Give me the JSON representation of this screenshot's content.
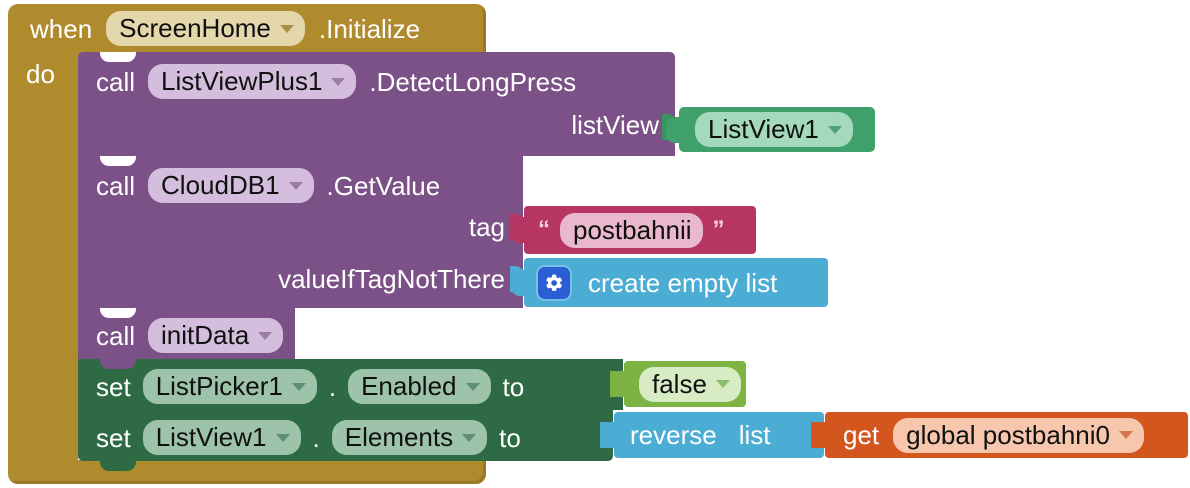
{
  "app": {
    "name": "MIT App Inventor Blocks Editor",
    "view": "blocks-canvas"
  },
  "colors": {
    "event_gold": "#b08b2e",
    "procedure_purple": "#7b5187",
    "component_set_green": "#2e6b45",
    "component_get_green": "#3fa06b",
    "logic_green": "#7cb342",
    "text_crimson": "#b63562",
    "list_blue": "#4bacd4",
    "variable_orange": "#d4561f",
    "gear_blue": "#2a5fd4"
  },
  "event_block": {
    "keyword_when": "when",
    "component": "ScreenHome",
    "event": ".Initialize",
    "keyword_do": "do"
  },
  "statements": [
    {
      "type": "method-call",
      "keyword": "call",
      "component": "ListViewPlus1",
      "method": ".DetectLongPress",
      "params": [
        {
          "name": "listView",
          "value_block": {
            "type": "component-getter",
            "label": "ListView1"
          }
        }
      ]
    },
    {
      "type": "method-call",
      "keyword": "call",
      "component": "CloudDB1",
      "method": ".GetValue",
      "params": [
        {
          "name": "tag",
          "value_block": {
            "type": "text",
            "open_quote": "“",
            "close_quote": "”",
            "label": "postbahnii"
          }
        },
        {
          "name": "valueIfTagNotThere",
          "value_block": {
            "type": "list",
            "icon": "gear-icon",
            "label": "create empty list"
          }
        }
      ]
    },
    {
      "type": "procedure-call",
      "keyword": "call",
      "procedure": "initData"
    },
    {
      "type": "setter",
      "keyword": "set",
      "component": "ListPicker1",
      "dot": ".",
      "property": "Enabled",
      "keyword_to": "to",
      "value_block": {
        "type": "logic",
        "label": "false"
      }
    },
    {
      "type": "setter",
      "keyword": "set",
      "component": "ListView1",
      "dot": ".",
      "property": "Elements",
      "keyword_to": "to",
      "value_block": {
        "type": "list-reverse",
        "label_a": "reverse",
        "label_b": "list",
        "inner": {
          "type": "variable-getter",
          "keyword": "get",
          "label": "global postbahni0"
        }
      }
    }
  ]
}
